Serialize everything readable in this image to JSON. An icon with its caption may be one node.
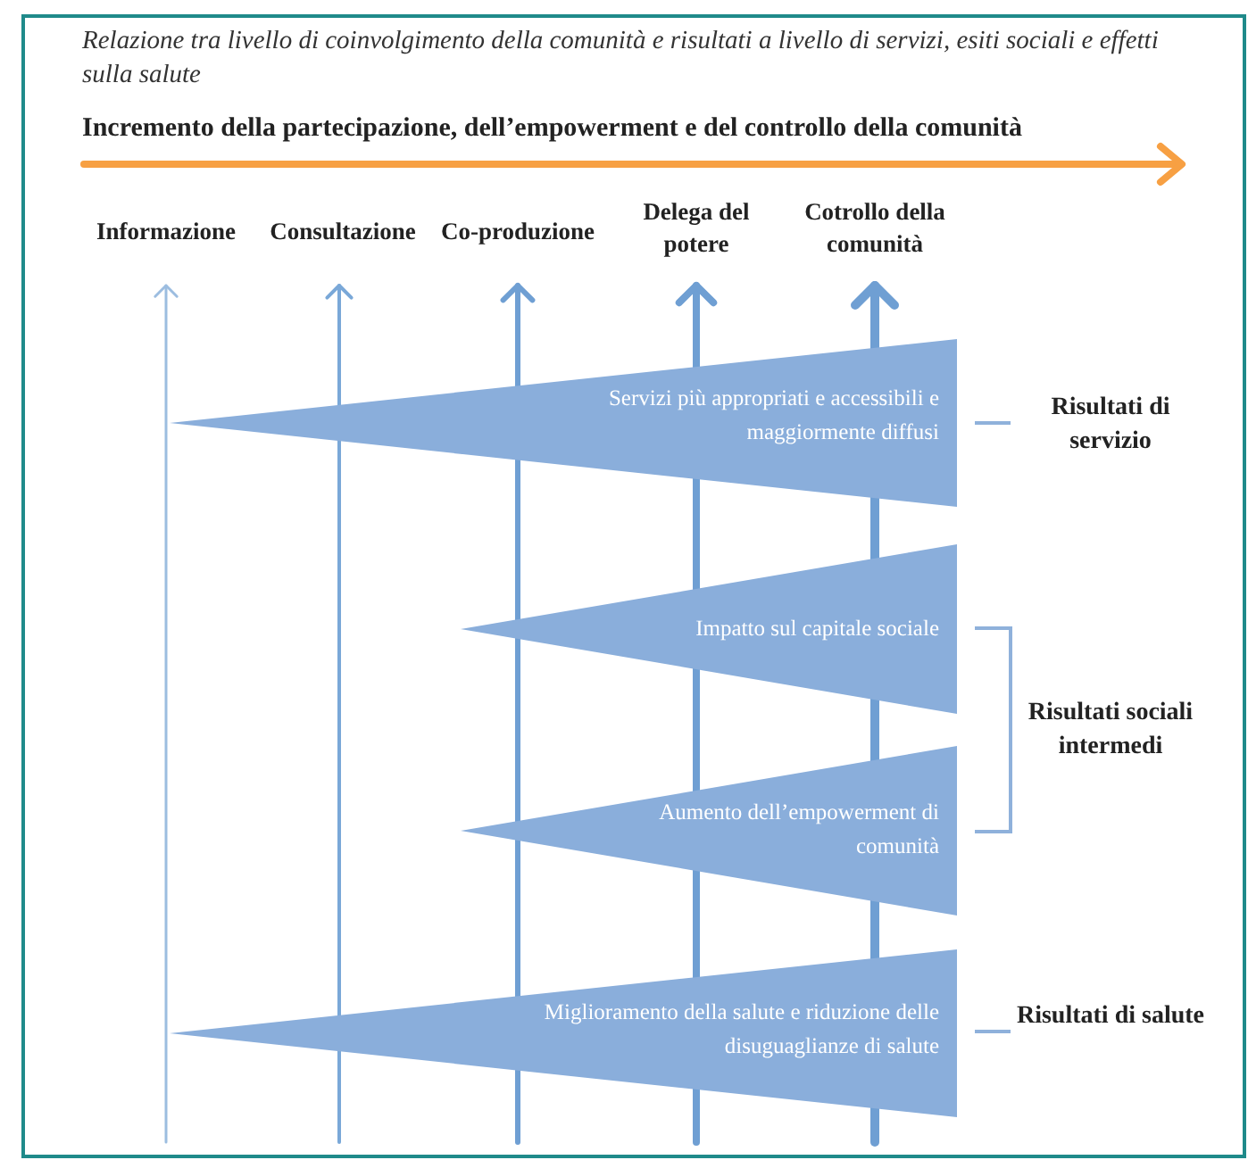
{
  "diagram": {
    "title": "Relazione tra livello di coinvolgimento della comunità e risultati a livello di servizi, esiti sociali e effetti sulla salute",
    "nodes": [
      {
        "text": [
          "Servizi più appropriati e accessibili e maggiormente diffusi"
        ]
      },
      {
        "text": [
          "Impatto sul capitale sociale"
        ]
      },
      {
        "text": [
          "Aumento dell’empowerment di comunità"
        ]
      },
      {
        "text": [
          "Miglioramento della salute e riduzione delle disuguaglianze di salute"
        ]
      }
    ],
    "labels": [
      "Incremento della partecipazione, dell’empowerment e del controllo della comunità",
      "Informazione",
      "Consultazione",
      "Co-produzione",
      "Delega del potere",
      "Cotrollo della comunità",
      "Risultati di servizio",
      "Risultati sociali intermedi",
      "Risultati di salute"
    ]
  }
}
